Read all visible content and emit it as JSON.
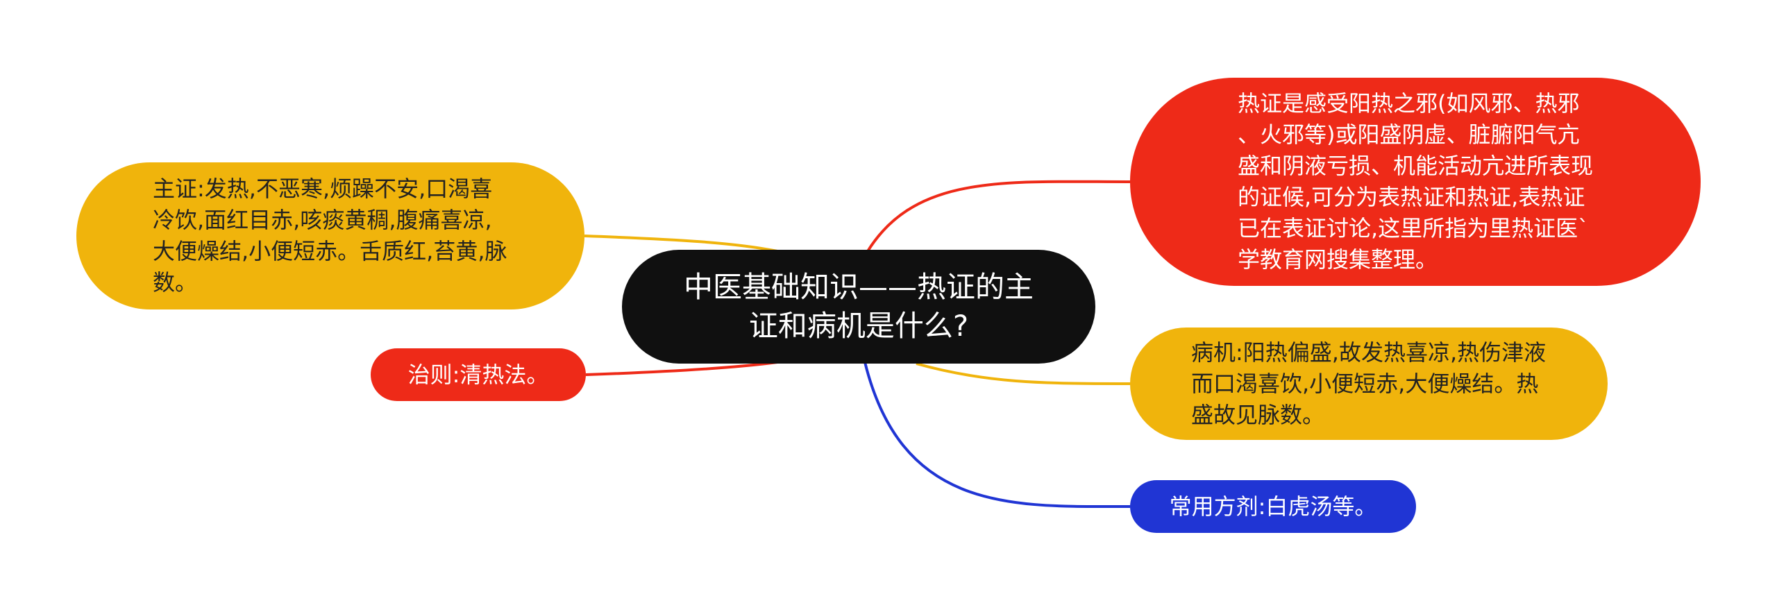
{
  "center": {
    "text": "中医基础知识——热证的主证和病机是什么?"
  },
  "branches": {
    "main_symptoms": "主证:发热,不恶寒,烦躁不安,口渴喜冷饮,面红目赤,咳痰黄稠,腹痛喜凉,大便燥结,小便短赤。舌质红,苔黄,脉数。",
    "treatment": "治则:清热法。",
    "definition": "热证是感受阳热之邪(如风邪、热邪、火邪等)或阳盛阴虚、脏腑阳气亢盛和阴液亏损、机能活动亢进所表现的证候,可分为表热证和热证,表热证已在表证讨论,这里所指为里热证医`学教育网搜集整理。",
    "pathogenesis": "病机:阳热偏盛,故发热喜凉,热伤津液而口渴喜饮,小便短赤,大便燥结。热盛故见脉数。",
    "formula": "常用方剂:白虎汤等。"
  },
  "colors": {
    "center": "#101010",
    "yellow": "#f0b40c",
    "red": "#ee2a18",
    "blue": "#2035d4"
  }
}
